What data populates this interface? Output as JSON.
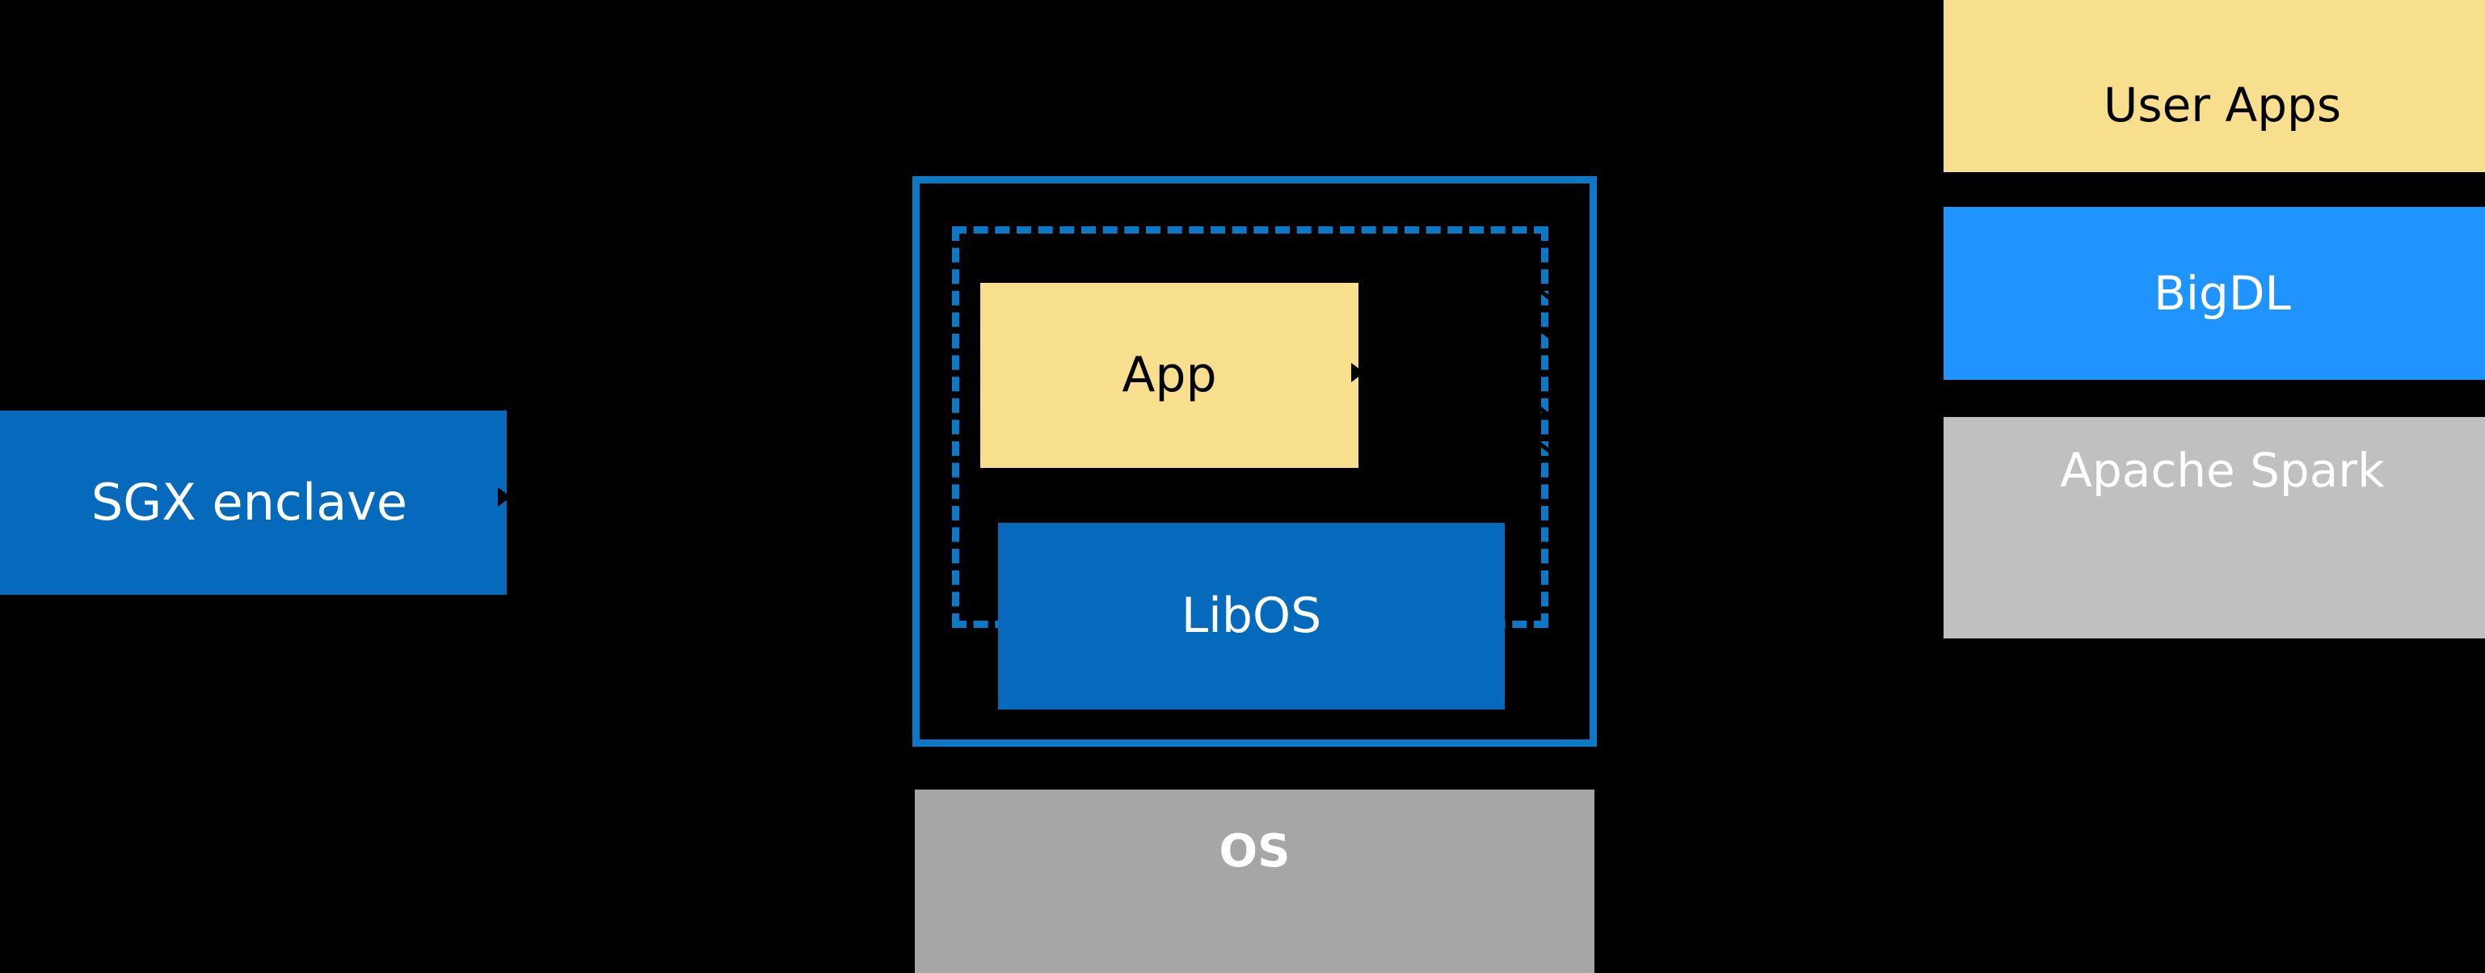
{
  "diagram": {
    "title": "SGX enclave with LibOS and application stack",
    "background_color": "#000000",
    "palette": {
      "dark_blue": "#0569BC",
      "outline_blue": "#0C79C6",
      "bright_blue": "#1F94FF",
      "yellow": "#F8DF8D",
      "light_gray": "#C0C0C0",
      "mid_gray": "#A6A6A6",
      "white": "#FFFFFF",
      "black": "#000000"
    }
  },
  "left_group": {
    "sgx_enclave": {
      "label": "SGX enclave",
      "fill": "#0569BC",
      "text_color": "#FFFFFF"
    }
  },
  "center_group": {
    "enclave_outline": {
      "style": "solid",
      "stroke": "#0C79C6"
    },
    "libos_dashed_outline": {
      "style": "dashed",
      "stroke": "#0C79C6"
    },
    "app": {
      "label": "App",
      "fill": "#F8DF8D",
      "text_color": "#000000"
    },
    "libos": {
      "label": "LibOS",
      "fill": "#0569BC",
      "text_color": "#FFFFFF"
    },
    "os": {
      "label": "OS",
      "fill": "#A6A6A6",
      "text_color": "#FFFFFF"
    }
  },
  "right_stack": {
    "items": [
      {
        "label": "User Apps",
        "fill": "#F8DF8D",
        "text_color": "#000000"
      },
      {
        "label": "BigDL",
        "fill": "#1F94FF",
        "text_color": "#FFFFFF"
      },
      {
        "label": "Apache Spark",
        "fill": "#C0C0C0",
        "text_color": "#FFFFFF"
      }
    ]
  }
}
